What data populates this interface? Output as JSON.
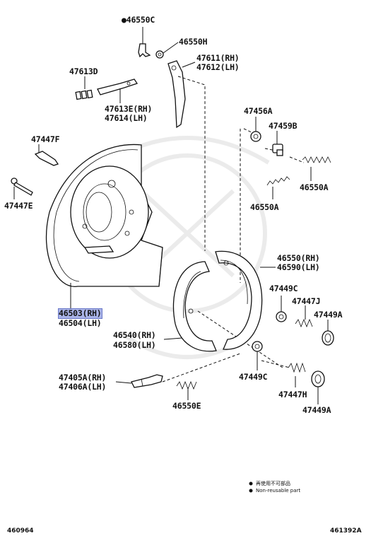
{
  "labels": {
    "l46550C": "●46550C",
    "l46550H": "46550H",
    "l47611": "47611(RH)",
    "l47612": "47612(LH)",
    "l47613D": "47613D",
    "l47613E": "47613E(RH)",
    "l47614": "47614(LH)",
    "l47447F": "47447F",
    "l47447E": "47447E",
    "l47456A": "47456A",
    "l47459B": "47459B",
    "l46550A_1": "46550A",
    "l46550A_2": "46550A",
    "l46550": "46550(RH)",
    "l46590": "46590(LH)",
    "l46503": "46503(RH)",
    "l46504": "46504(LH)",
    "l47449C_1": "47449C",
    "l47447J": "47447J",
    "l47449A_1": "47449A",
    "l46540": "46540(RH)",
    "l46580": "46580(LH)",
    "l47405A": "47405A(RH)",
    "l47406A": "47406A(LH)",
    "l47449C_2": "47449C",
    "l47447H": "47447H",
    "l46550E": "46550E",
    "l47449A_2": "47449A"
  },
  "legend": {
    "line1": "再使用不可部品",
    "line2": "Non-reusable part"
  },
  "footer": {
    "left": "460964",
    "right": "461392A"
  },
  "highlight_color": "#aab4e8"
}
